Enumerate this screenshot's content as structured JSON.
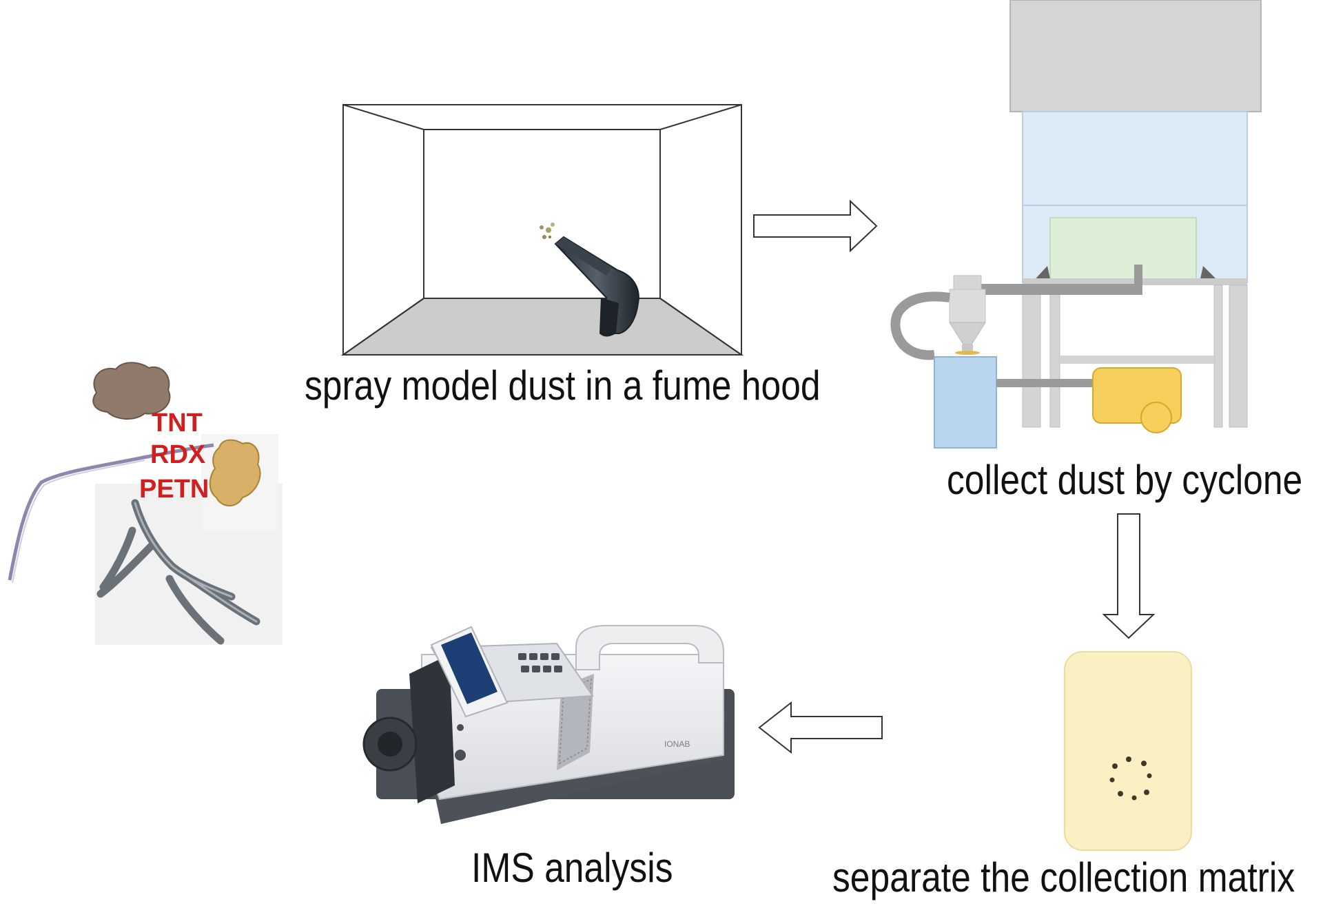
{
  "steps": {
    "spray": {
      "caption": "spray model dust in a fume hood"
    },
    "collect": {
      "caption": "collect dust by cyclone"
    },
    "separate": {
      "caption": "separate the collection matrix"
    },
    "analysis": {
      "caption": "IMS analysis"
    }
  },
  "sample": {
    "labels": [
      "TNT",
      "RDX",
      "PETN"
    ],
    "label_color": "#d01f1f"
  },
  "device": {
    "brand": "IONAB"
  },
  "colors": {
    "line": "#333333",
    "hood_glass": "#dbeaf6",
    "hood_top": "#d5d5d5",
    "tray": "#dcefd6",
    "collector": "#b9d6ee",
    "pump": "#f7cf5c",
    "matrix": "#fbf0c4"
  }
}
